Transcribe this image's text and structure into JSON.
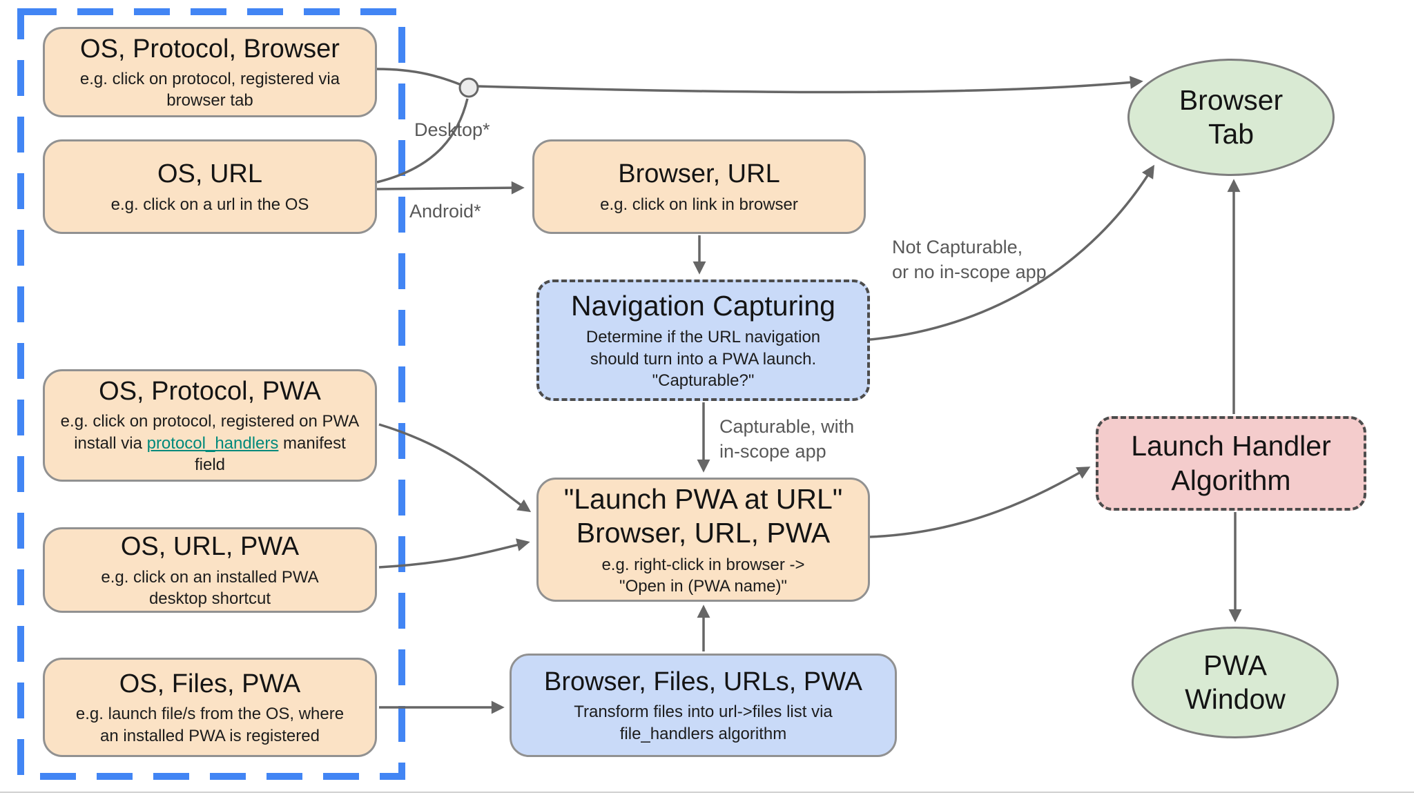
{
  "diagram": {
    "nodes": {
      "os_protocol_browser": {
        "title": "OS, Protocol, Browser",
        "subtitle": "e.g. click on protocol, registered via browser tab"
      },
      "os_url": {
        "title": "OS, URL",
        "subtitle": "e.g. click on a url in the OS"
      },
      "os_protocol_pwa": {
        "title": "OS, Protocol, PWA",
        "subtitle_before": "e.g. click on protocol, registered on PWA install via ",
        "link_text": "protocol_handlers",
        "subtitle_after": " manifest field"
      },
      "os_url_pwa": {
        "title": "OS, URL, PWA",
        "subtitle": "e.g. click on an installed PWA\ndesktop shortcut"
      },
      "os_files_pwa": {
        "title": "OS, Files, PWA",
        "subtitle": "e.g. launch file/s from the OS, where\nan installed PWA is registered"
      },
      "browser_url": {
        "title": "Browser, URL",
        "subtitle": "e.g. click on link in browser"
      },
      "navigation_capturing": {
        "title": "Navigation Capturing",
        "subtitle": "Determine if the URL navigation\nshould turn into a PWA launch.\n\"Capturable?\""
      },
      "launch_pwa_at_url": {
        "title": "\"Launch PWA at URL\"\nBrowser, URL, PWA",
        "subtitle": "e.g. right-click in browser ->\n\"Open in (PWA name)\""
      },
      "browser_files_urls_pwa": {
        "title": "Browser, Files, URLs, PWA",
        "subtitle": "Transform files into url->files list via\nfile_handlers algorithm"
      },
      "browser_tab": {
        "title": "Browser\nTab"
      },
      "launch_handler": {
        "title": "Launch Handler\nAlgorithm"
      },
      "pwa_window": {
        "title": "PWA\nWindow"
      }
    },
    "edge_labels": {
      "desktop": "Desktop*",
      "android": "Android*",
      "not_capturable": "Not Capturable,\nor no in-scope app",
      "capturable": "Capturable, with\nin-scope app"
    },
    "colors": {
      "orange_fill": "#fbe2c5",
      "blue_fill": "#c9daf8",
      "pink_fill": "#f4cccc",
      "green_fill": "#d9ead3",
      "group_frame_blue": "#4285f4",
      "arrow_gray": "#666666",
      "link_teal": "#00897b"
    }
  }
}
